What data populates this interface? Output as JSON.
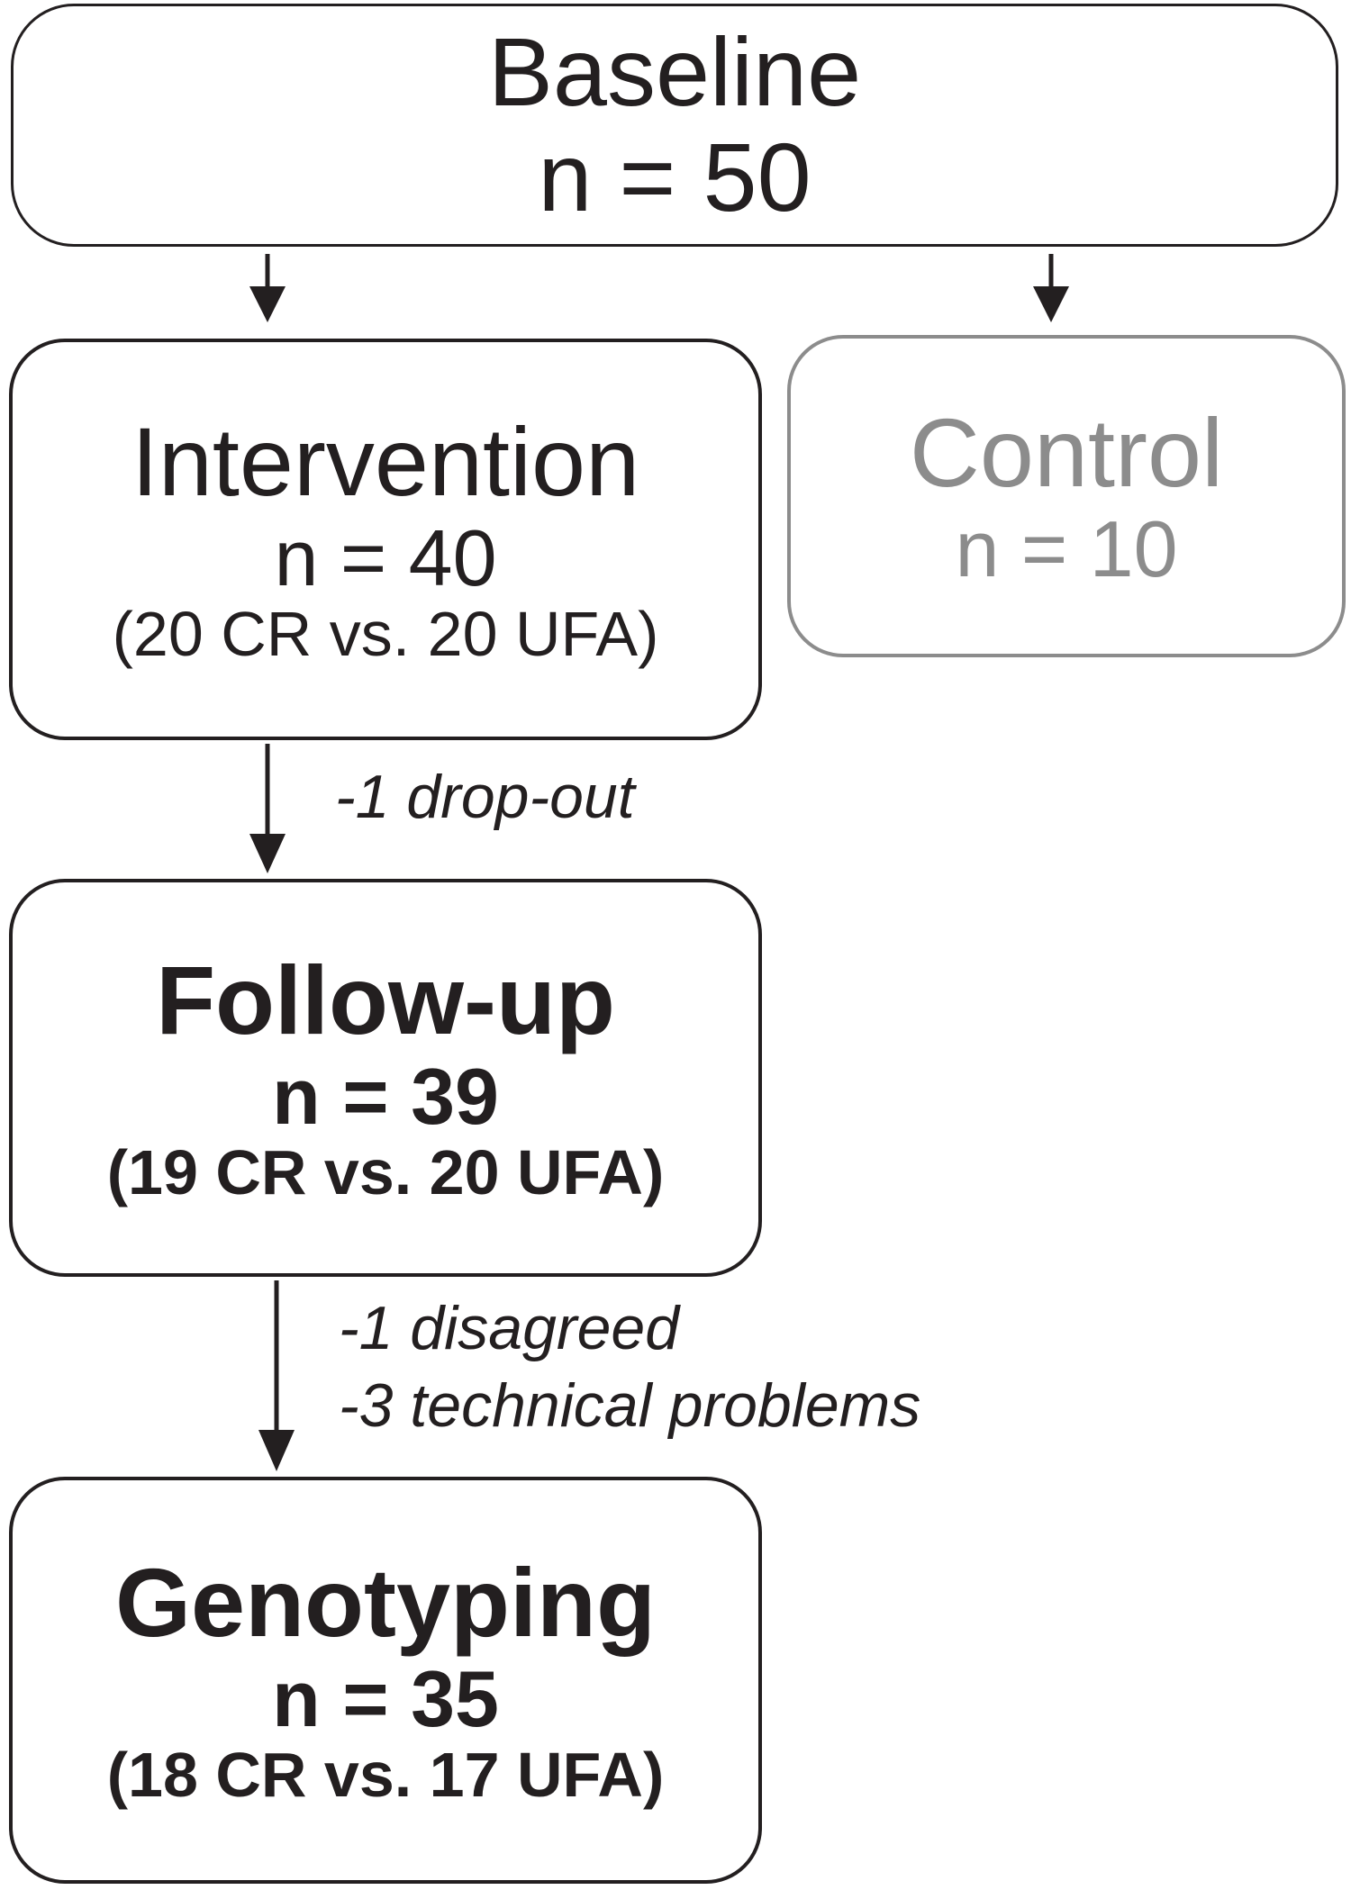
{
  "baseline": {
    "title": "Baseline",
    "n": "n = 50"
  },
  "intervention": {
    "title": "Intervention",
    "n": "n = 40",
    "split": "(20 CR vs. 20 UFA)"
  },
  "control": {
    "title": "Control",
    "n": "n = 10"
  },
  "followup": {
    "title": "Follow-up",
    "n": "n = 39",
    "split": "(19 CR vs. 20 UFA)"
  },
  "genotyping": {
    "title": "Genotyping",
    "n": "n = 35",
    "split": "(18 CR vs. 17 UFA)"
  },
  "notes": {
    "dropout": "-1 drop-out",
    "disagreed": "-1 disagreed",
    "technical": "-3 technical problems"
  },
  "colors": {
    "main": "#231f20",
    "control": "#8c8c8c"
  }
}
